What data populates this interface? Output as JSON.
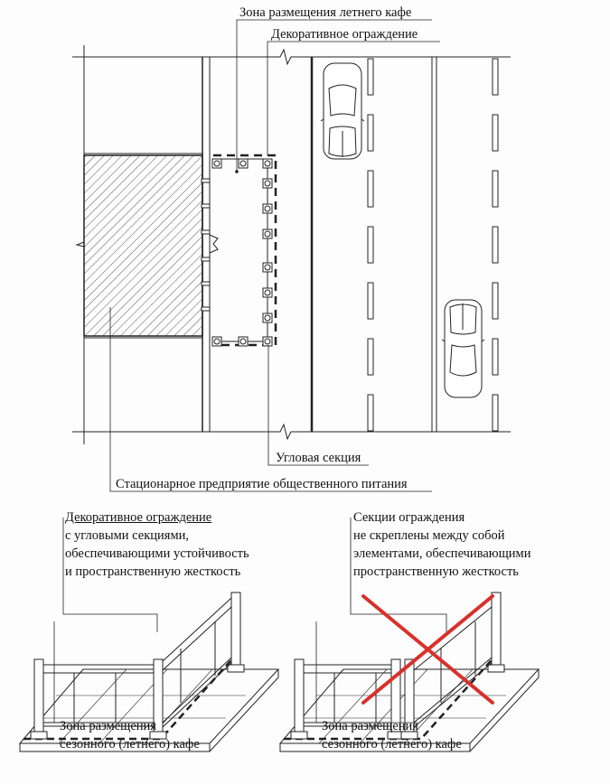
{
  "plan": {
    "label_cafe_zone": "Зона размещения летнего кафе",
    "label_fence": "Декоративное ограждение",
    "label_corner": "Угловая секция",
    "label_restaurant": "Стационарное предприятие общественного питания"
  },
  "correct": {
    "lines": [
      "Декоративное ограждение",
      "с угловыми секциями,",
      "обеспечивающими устойчивость",
      "и пространственную жесткость"
    ],
    "zone": [
      "Зона размещения",
      "сезонного (летнего) кафе"
    ]
  },
  "incorrect": {
    "lines": [
      "Секции ограждения",
      "не скреплены между собой",
      "элементами, обеспечивающими",
      "пространственную жесткость"
    ],
    "zone": [
      "Зона размещения",
      "сезонного (летнего) кафе"
    ]
  },
  "colors": {
    "line": "#222222",
    "cross": "#d9302a"
  }
}
